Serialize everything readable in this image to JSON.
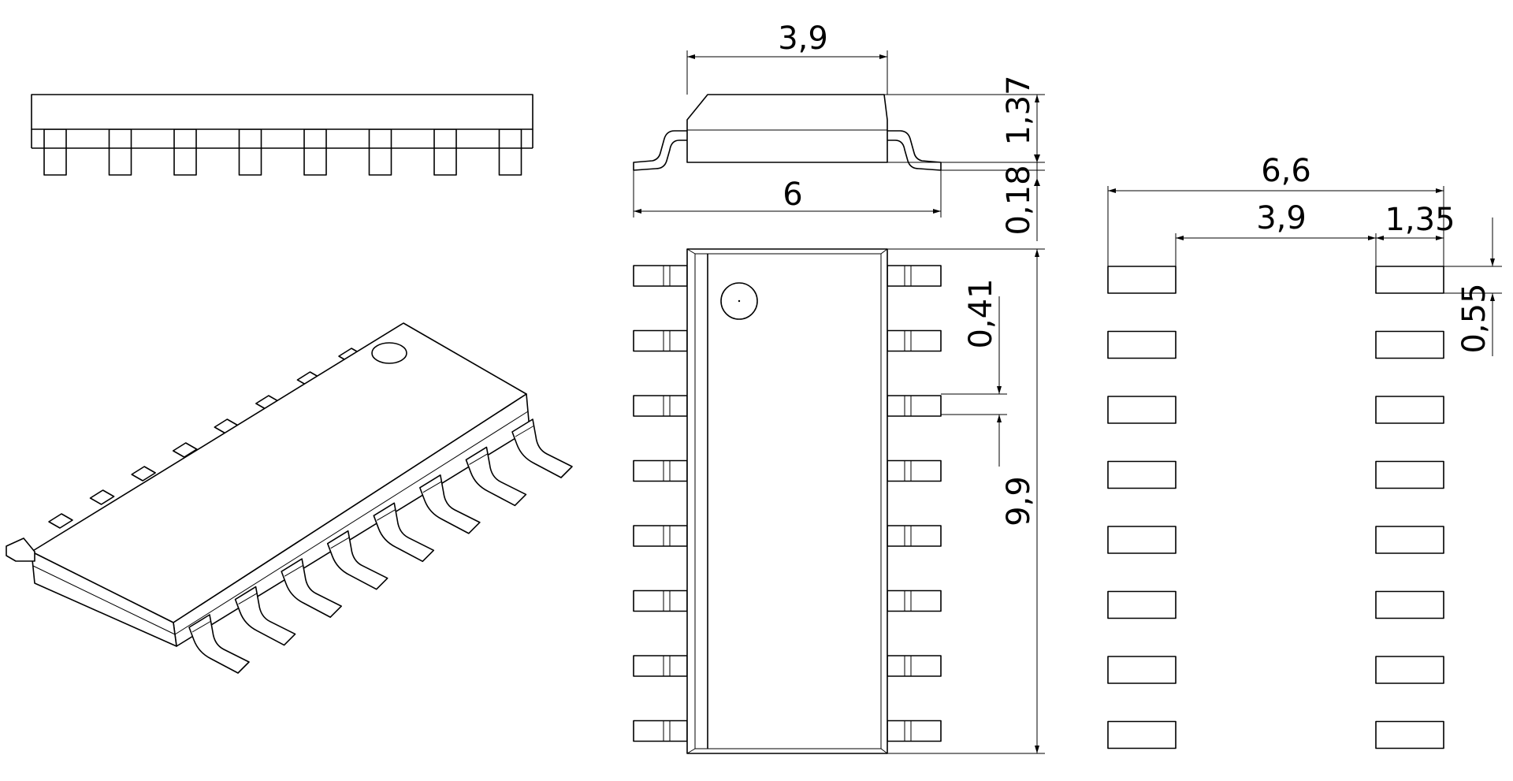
{
  "dimensions": {
    "body_width_top": "3,9",
    "body_height": "1,37",
    "lead_standoff": "0,18",
    "overall_width": "6",
    "pin_pitch": "0,41",
    "body_length": "9,9",
    "pad_span": "6,6",
    "pad_gap": "3,9",
    "pad_length": "1,35",
    "pad_width": "0,55"
  },
  "colors": {
    "line": "#000000",
    "background": "#ffffff"
  }
}
